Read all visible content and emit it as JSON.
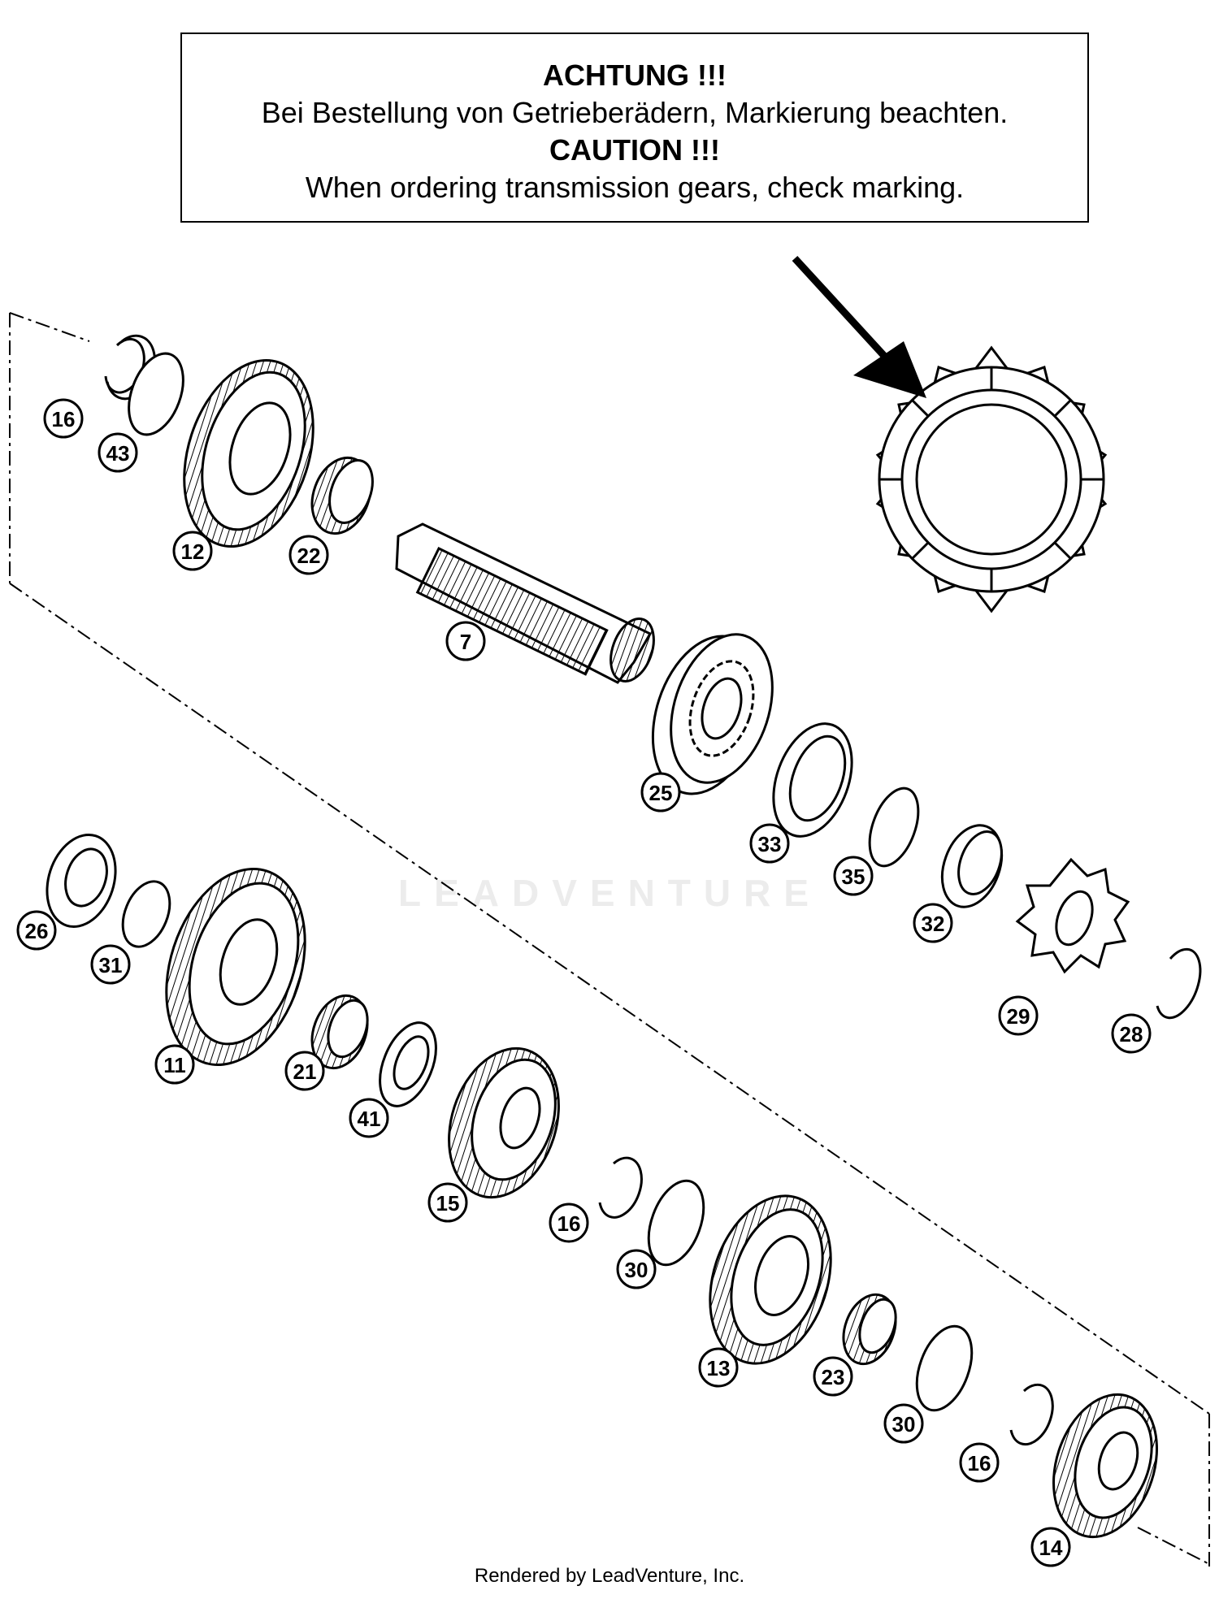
{
  "notice": {
    "line1": "ACHTUNG !!!",
    "line2": "Bei Bestellung von Getrieberädern, Markierung beachten.",
    "line3": "CAUTION !!!",
    "line4": "When ordering transmission gears, check marking."
  },
  "watermark": "LEADVENTURE",
  "footer": "Rendered by LeadVenture, Inc.",
  "callouts": {
    "c16a": "16",
    "c43": "43",
    "c12": "12",
    "c22": "22",
    "c7": "7",
    "c25": "25",
    "c33": "33",
    "c35": "35",
    "c32": "32",
    "c29": "29",
    "c28": "28",
    "c26": "26",
    "c31": "31",
    "c11": "11",
    "c21": "21",
    "c41": "41",
    "c15": "15",
    "c16b": "16",
    "c30a": "30",
    "c13": "13",
    "c23": "23",
    "c30b": "30",
    "c16c": "16",
    "c14": "14"
  }
}
